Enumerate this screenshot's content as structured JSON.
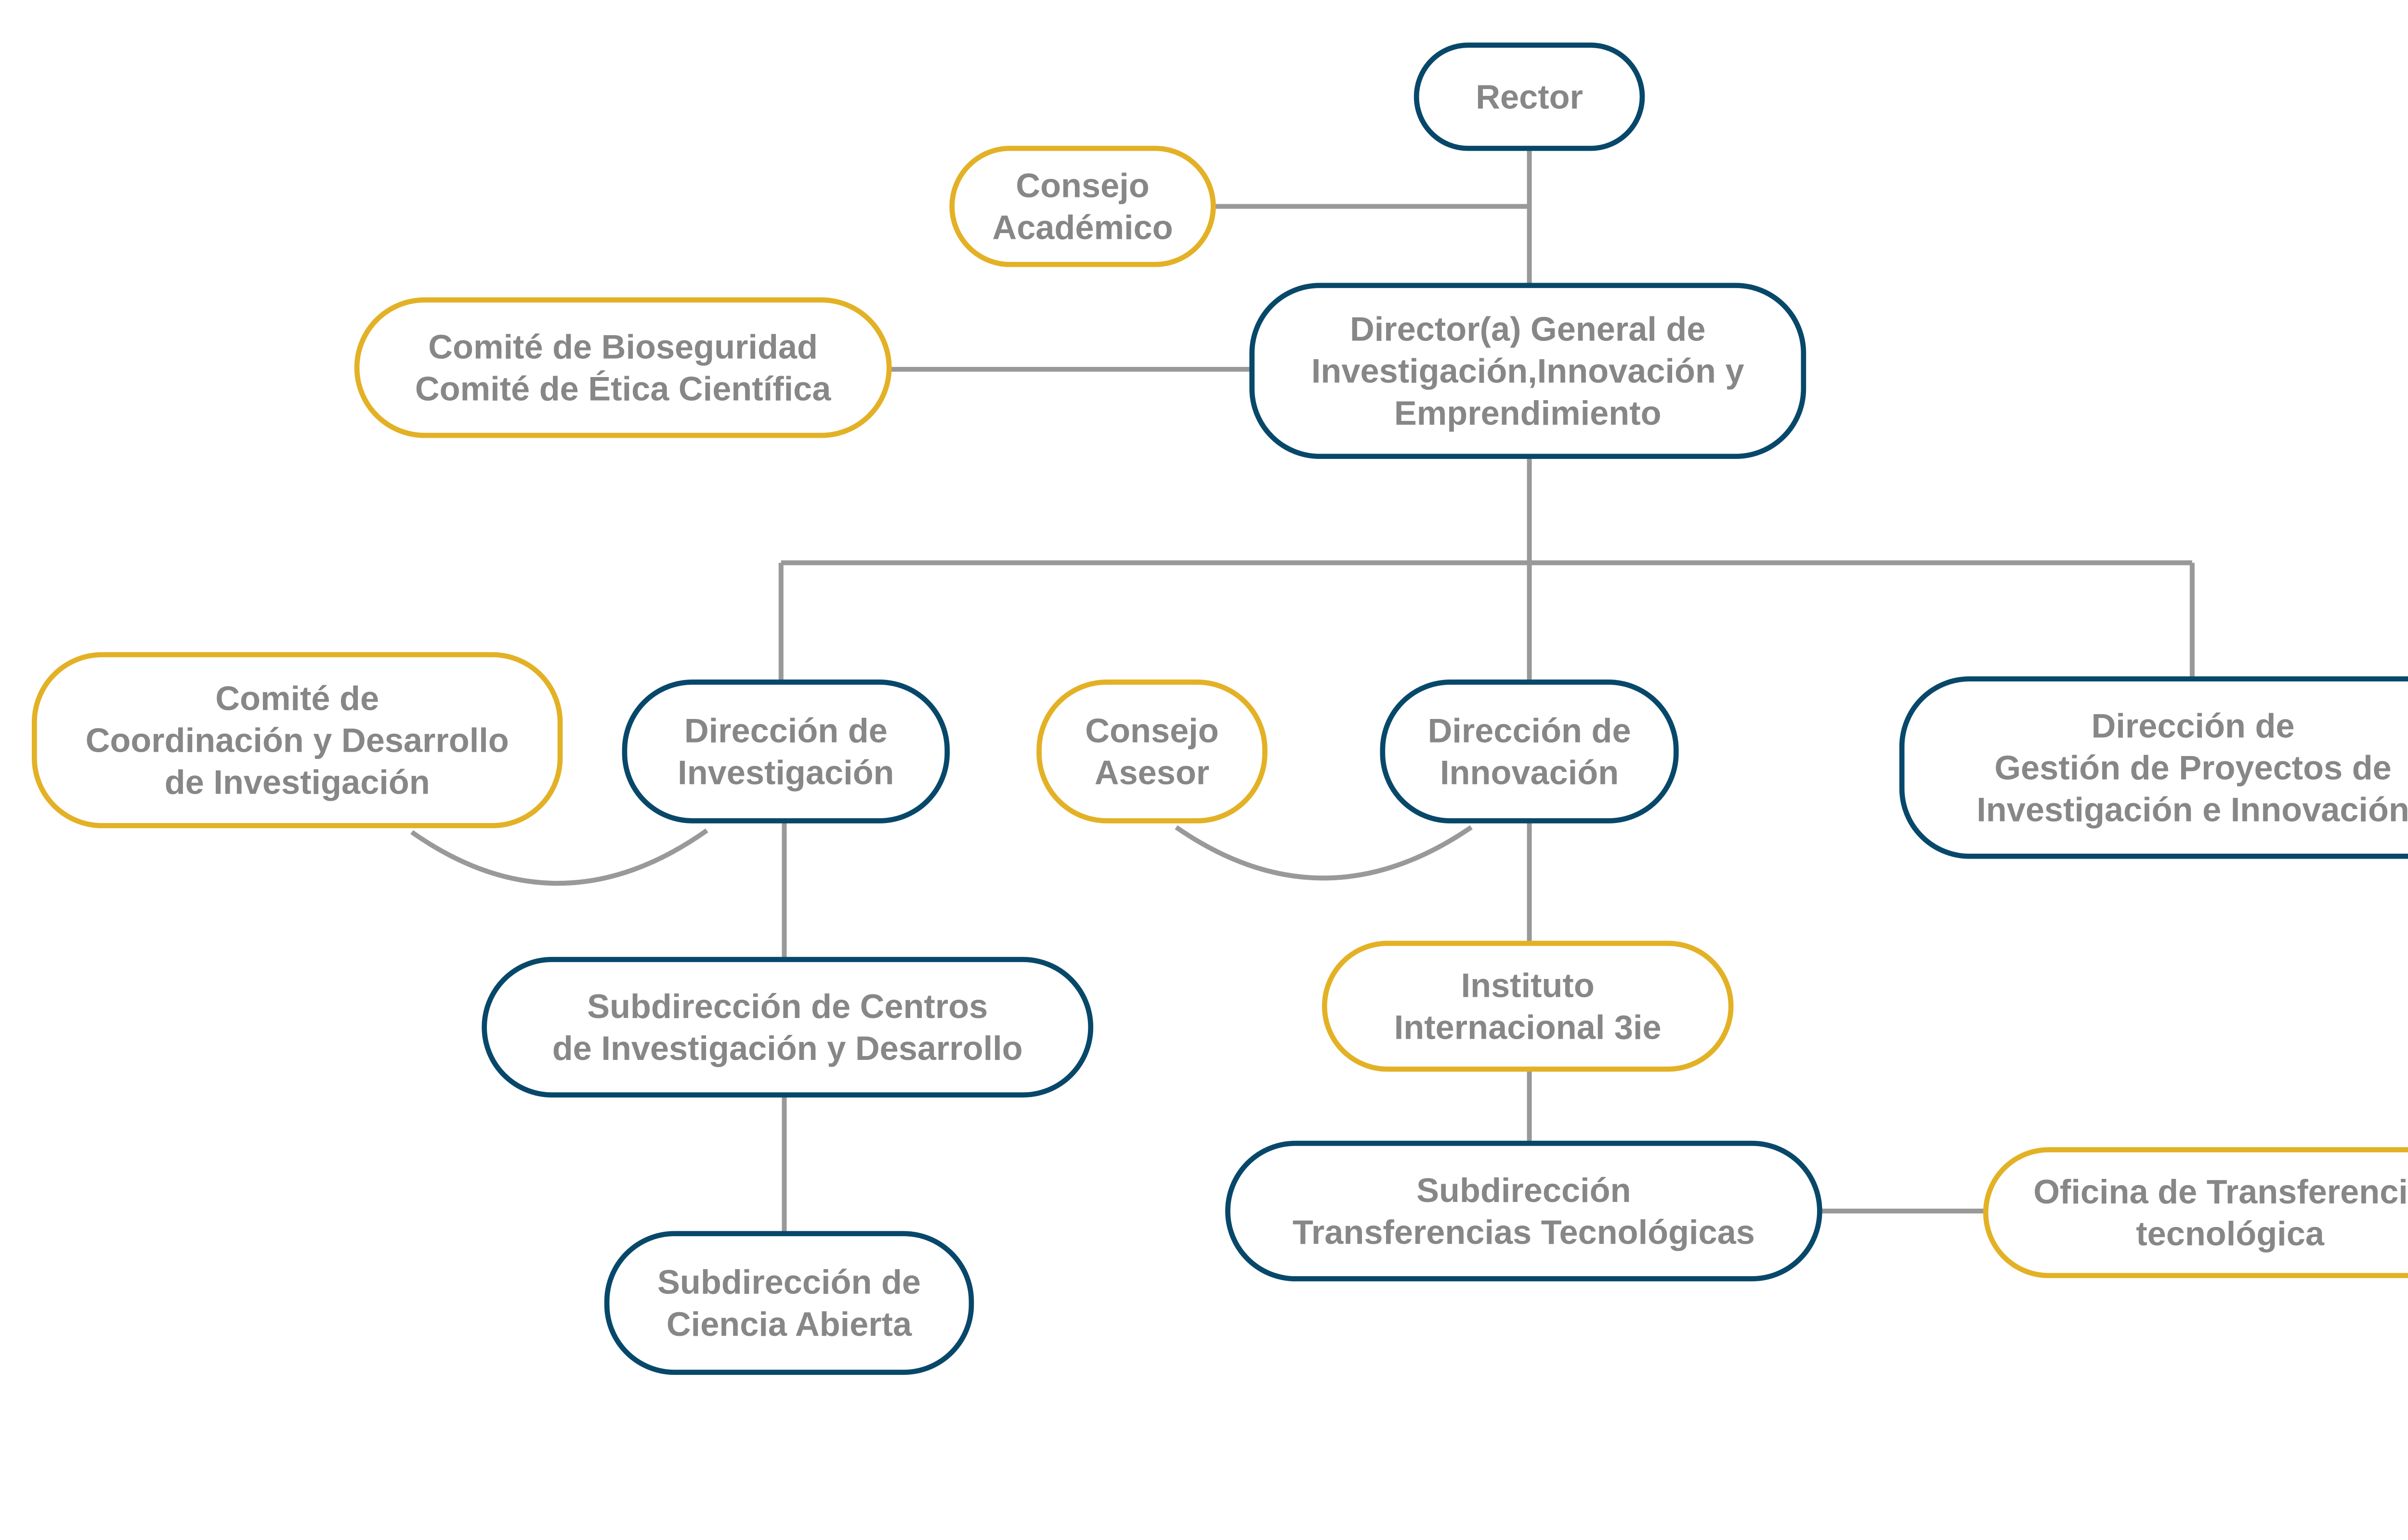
{
  "colors": {
    "primary": "#07486A",
    "secondary": "#E3B125",
    "text": "#878787",
    "connector": "#999999"
  },
  "nodes": [
    {
      "id": "rector",
      "kind": "primary",
      "lines": [
        "Rector"
      ]
    },
    {
      "id": "consejo-academico",
      "kind": "secondary",
      "lines": [
        "Consejo",
        "Académico"
      ]
    },
    {
      "id": "director-general",
      "kind": "primary",
      "lines": [
        "Director(a) General de",
        "Investigación,Innovación y",
        "Emprendimiento"
      ]
    },
    {
      "id": "comite-bioseguridad",
      "kind": "secondary",
      "lines": [
        "Comité de Bioseguridad",
        "Comité de Ética Científica"
      ]
    },
    {
      "id": "comite-coordinacion",
      "kind": "secondary",
      "lines": [
        "Comité de",
        "Coordinación y Desarrollo",
        "de Investigación"
      ]
    },
    {
      "id": "direccion-investigacion",
      "kind": "primary",
      "lines": [
        "Dirección de",
        "Investigación"
      ]
    },
    {
      "id": "consejo-asesor",
      "kind": "secondary",
      "lines": [
        "Consejo",
        "Asesor"
      ]
    },
    {
      "id": "direccion-innovacion",
      "kind": "primary",
      "lines": [
        "Dirección de",
        "Innovación"
      ]
    },
    {
      "id": "direccion-gestion",
      "kind": "primary",
      "lines": [
        "Dirección de",
        "Gestión de Proyectos de",
        "Investigación e Innovación"
      ]
    },
    {
      "id": "subdireccion-centros",
      "kind": "primary",
      "lines": [
        "Subdirección de Centros",
        "de Investigación y Desarrollo"
      ]
    },
    {
      "id": "instituto-3ie",
      "kind": "secondary",
      "lines": [
        "Instituto",
        "Internacional 3ie"
      ]
    },
    {
      "id": "subdireccion-ciencia-abierta",
      "kind": "primary",
      "lines": [
        "Subdirección de",
        "Ciencia Abierta"
      ]
    },
    {
      "id": "subdireccion-transferencias",
      "kind": "primary",
      "lines": [
        "Subdirección",
        "Transferencias Tecnológicas"
      ]
    },
    {
      "id": "oficina-transferencia",
      "kind": "secondary",
      "lines": [
        "Oficina de Transferencia",
        "tecnológica"
      ]
    }
  ]
}
